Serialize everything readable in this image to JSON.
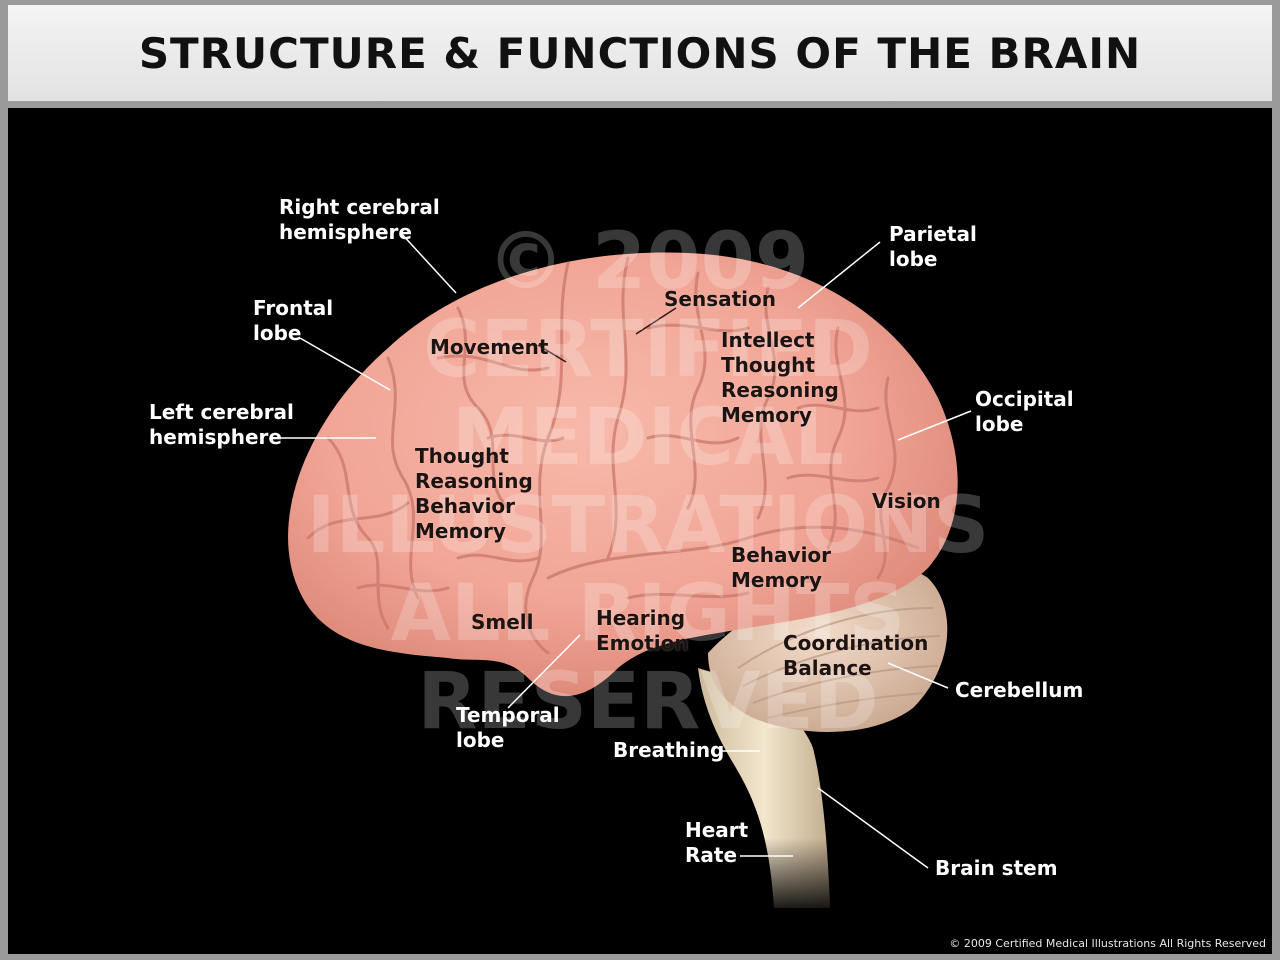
{
  "title": "STRUCTURE & FUNCTIONS OF THE BRAIN",
  "watermark": [
    "© 2009",
    "CERTIFIED",
    "MEDICAL",
    "ILLUSTRATIONS",
    "ALL RIGHTS",
    "RESERVED"
  ],
  "copyright": "© 2009 Certified Medical Illustrations All Rights Reserved",
  "colors": {
    "background": "#000000",
    "title_bar": "#eaeaea",
    "brain": "#f1a596",
    "cerebellum": "#e8cdb8",
    "brain_stem": "#efe2c8",
    "label_outer": "#ffffff",
    "label_inner": "#1c1412"
  },
  "outer_labels": {
    "right_cerebral": [
      "Right cerebral",
      "hemisphere"
    ],
    "frontal": [
      "Frontal",
      "lobe"
    ],
    "left_cerebral": [
      "Left cerebral",
      "hemisphere"
    ],
    "parietal": [
      "Parietal",
      "lobe"
    ],
    "occipital": [
      "Occipital",
      "lobe"
    ],
    "cerebellum": "Cerebellum",
    "temporal": [
      "Temporal",
      "lobe"
    ],
    "breathing": "Breathing",
    "heart_rate": [
      "Heart",
      "Rate"
    ],
    "brain_stem": "Brain stem"
  },
  "inner_labels": {
    "movement": "Movement",
    "sensation": "Sensation",
    "parietal_functions": [
      "Intellect",
      "Thought",
      "Reasoning",
      "Memory"
    ],
    "frontal_functions": [
      "Thought",
      "Reasoning",
      "Behavior",
      "Memory"
    ],
    "vision": "Vision",
    "temporal_functions": [
      "Behavior",
      "Memory"
    ],
    "smell": "Smell",
    "hearing_emotion": [
      "Hearing",
      "Emotion"
    ],
    "coordination_balance": [
      "Coordination",
      "Balance"
    ]
  }
}
